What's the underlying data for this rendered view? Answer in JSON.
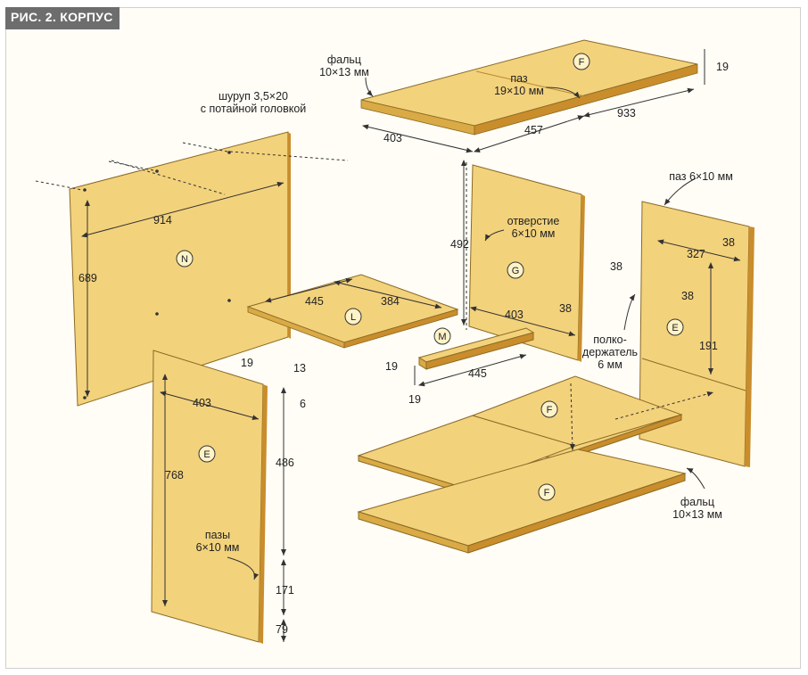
{
  "title": "РИС. 2. КОРПУС",
  "colors": {
    "panel": "#f3d27c",
    "panel_edge": "#d9aa45",
    "panel_dark": "#c98d2c",
    "line": "#333333",
    "title_bg": "#6d6d6d"
  },
  "parts": {
    "top_f": "F",
    "back_n": "N",
    "shelf_l": "L",
    "divider_g": "G",
    "right_e": "E",
    "rail_m": "M",
    "left_e": "E",
    "bottom_f1": "F",
    "bottom_f2": "F"
  },
  "notes": {
    "screw_1": "шуруп 3,5×20",
    "screw_2": "с потайной головкой",
    "rabbet_top_1": "фальц",
    "rabbet_top_2": "10×13 мм",
    "groove_top_1": "паз",
    "groove_top_2": "19×10 мм",
    "hole_1": "отверстие",
    "hole_2": "6×10 мм",
    "groove_right": "паз 6×10 мм",
    "shelf_pin_1": "полко-",
    "shelf_pin_2": "держатель",
    "shelf_pin_3": "6 мм",
    "grooves_1": "пазы",
    "grooves_2": "6×10 мм",
    "rabbet_bottom_1": "фальц",
    "rabbet_bottom_2": "10×13 мм"
  },
  "dims": {
    "top_thick": "19",
    "top_403": "403",
    "top_457": "457",
    "top_933": "933",
    "back_914": "914",
    "back_689": "689",
    "shelf_445": "445",
    "shelf_384": "384",
    "div_492": "492",
    "div_403": "403",
    "div_38a": "38",
    "div_38b": "38",
    "right_327": "327",
    "right_38a": "38",
    "right_38b": "38",
    "right_191": "191",
    "rail_445": "445",
    "rail_19a": "19",
    "rail_19b": "19",
    "left_19": "19",
    "left_13": "13",
    "left_6": "6",
    "left_403": "403",
    "left_768": "768",
    "left_486": "486",
    "left_171": "171",
    "left_79": "79"
  }
}
